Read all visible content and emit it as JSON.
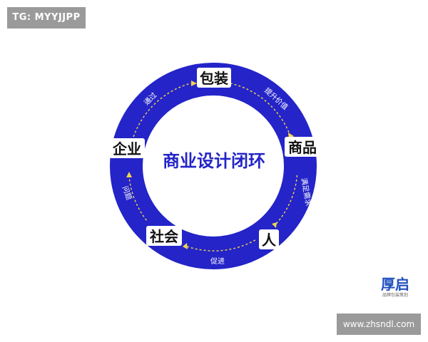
{
  "watermark_top": "TG: MYYJJPP",
  "diagram": {
    "center_title": "商业设计闭环",
    "nodes": {
      "packaging": "包装",
      "product": "商品",
      "person": "人",
      "society": "社会",
      "enterprise": "企业"
    },
    "edges": {
      "enhance_value": "提升价值",
      "satisfy_needs": "满足需求",
      "promote": "促进",
      "problem": "问题",
      "through": "通过"
    },
    "ring_color": "#2424c8",
    "arrow_color": "#f2d54c",
    "label_color": "#ffffff"
  },
  "brand": {
    "logo_text": "厚启",
    "subtitle": "品牌包装策划",
    "color": "#1f4fbf"
  },
  "watermark_bottom": "www.zhsndl.com"
}
